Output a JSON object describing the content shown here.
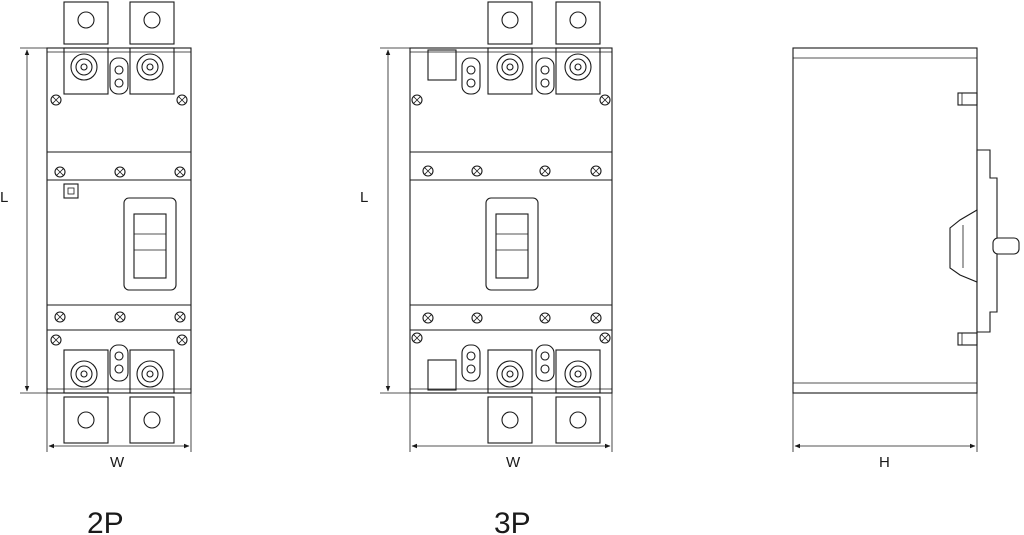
{
  "labels": {
    "length_2p": "L",
    "width_2p": "W",
    "caption_2p": "2P",
    "length_3p": "L",
    "width_3p": "W",
    "caption_3p": "3P",
    "height_side": "H"
  },
  "icons": [
    "screw-terminal-icon",
    "mounting-screw-icon",
    "toggle-handle-icon",
    "arrow-icon"
  ]
}
